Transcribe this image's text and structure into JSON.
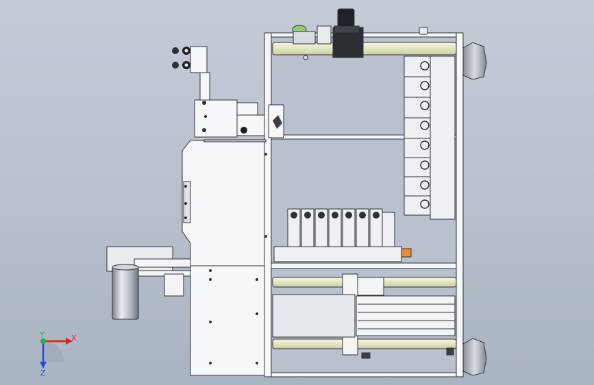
{
  "viewport": {
    "triad": {
      "x_label": "X",
      "y_label": "Y",
      "z_label": "Z"
    }
  },
  "colors": {
    "frame": "#f4f6f8",
    "edge": "#2d3036",
    "roller": "#e7ecc9",
    "foot": "#9aa0a8",
    "orange": "#e88d2c",
    "axis_x": "#e02020",
    "axis_y": "#20b040",
    "axis_z": "#2050d0"
  },
  "icons": [
    "coordinate-triad-icon",
    "motor-icon",
    "leveling-foot-icon",
    "knob-icon"
  ]
}
